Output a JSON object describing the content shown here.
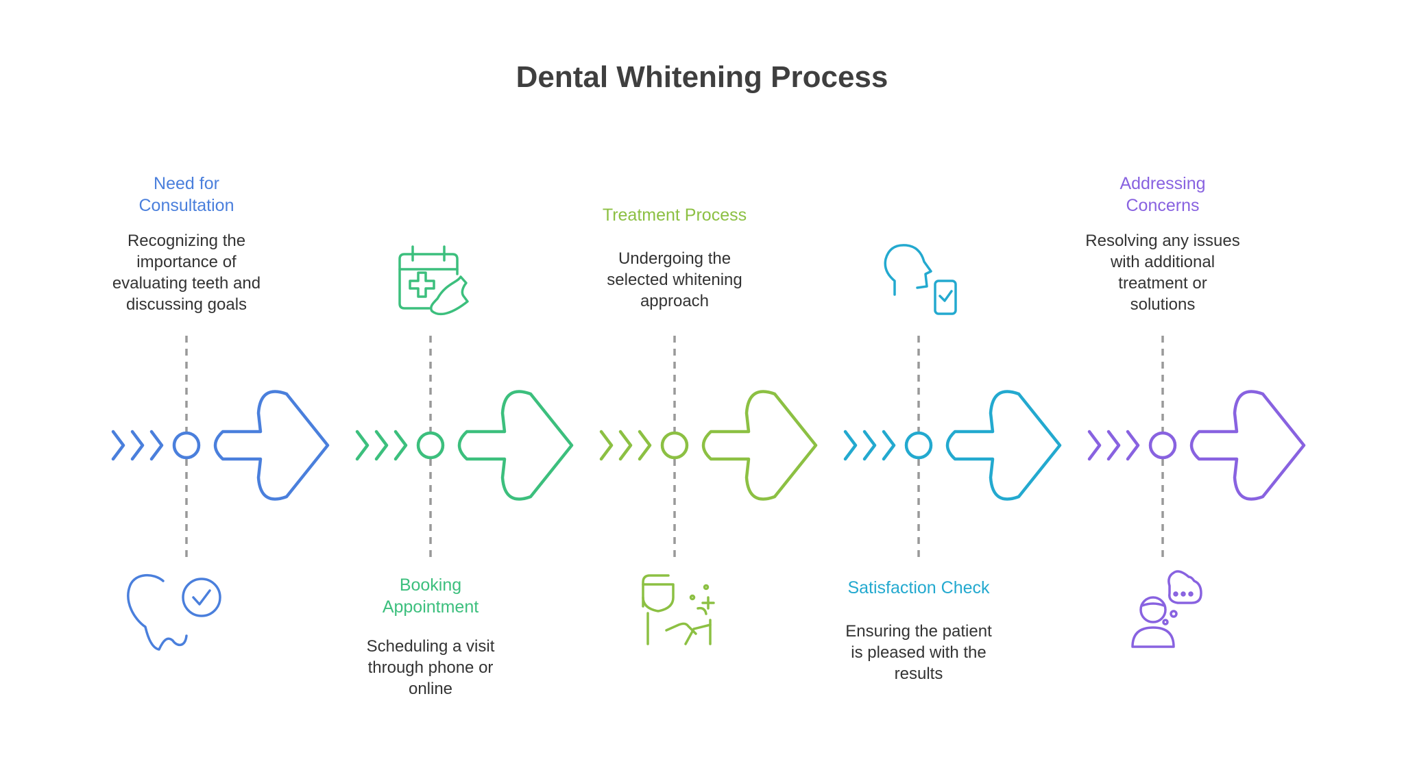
{
  "title": "Dental Whitening Process",
  "steps": [
    {
      "heading": "Need for\nConsultation",
      "description": "Recognizing the\nimportance of\nevaluating teeth and\ndiscussing goals",
      "color": "#4a7fdc",
      "icon": "tooth-check-icon",
      "position": "top"
    },
    {
      "heading": "Booking\nAppointment",
      "description": "Scheduling a visit\nthrough phone or\nonline",
      "color": "#3cbf7d",
      "icon": "calendar-phone-icon",
      "position": "bottom"
    },
    {
      "heading": "Treatment Process",
      "description": "Undergoing the\nselected whitening\napproach",
      "color": "#8cc043",
      "icon": "dentist-patient-icon",
      "position": "top"
    },
    {
      "heading": "Satisfaction Check",
      "description": "Ensuring the patient\nis pleased with the\nresults",
      "color": "#23a9cf",
      "icon": "head-phone-check-icon",
      "position": "bottom"
    },
    {
      "heading": "Addressing\nConcerns",
      "description": "Resolving any issues\nwith additional\ntreatment or\nsolutions",
      "color": "#8862e0",
      "icon": "person-thought-icon",
      "position": "top"
    }
  ]
}
